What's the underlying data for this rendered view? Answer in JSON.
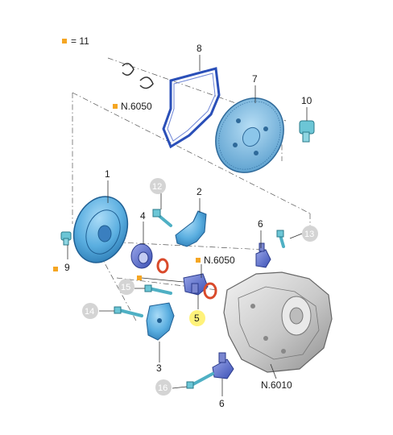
{
  "legend": {
    "marker_color": "#f5a623",
    "text": "= 11"
  },
  "colors": {
    "part_blue": "#5aaee0",
    "part_dark_blue": "#3a5fcd",
    "gasket_blue": "#2a4fb8",
    "grey_part": "#c8c8c8",
    "grey_badge": "#d4d4d4",
    "highlight_badge": "#fff27a",
    "seal_red": "#d94a2b",
    "accent_orange": "#f5a623"
  },
  "callouts": {
    "c1": "1",
    "c2": "2",
    "c3": "3",
    "c4": "4",
    "c5": "5",
    "c6a": "6",
    "c6b": "6",
    "c7": "7",
    "c8": "8",
    "c9": "9",
    "c10": "10",
    "c12": "12",
    "c13": "13",
    "c14": "14",
    "c15": "15",
    "c16": "16",
    "n6050a": "N.6050",
    "n6050b": "N.6050",
    "n6010": "N.6010"
  }
}
